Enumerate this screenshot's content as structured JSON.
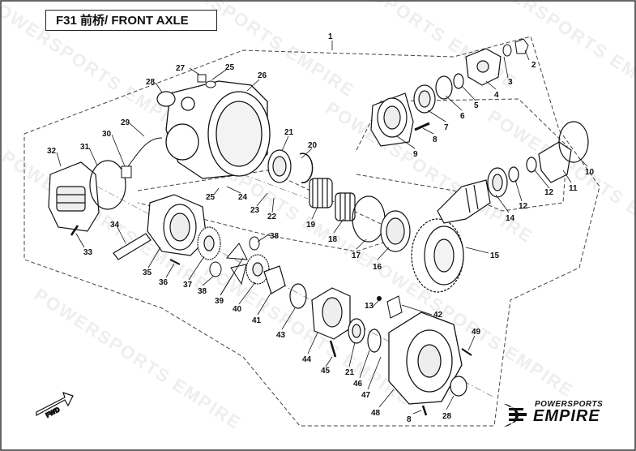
{
  "title": "F31 前桥/ FRONT AXLE",
  "watermark": "POWERSPORTS EMPIRE",
  "fwd_label": "FWD",
  "logo": {
    "top": "POWERSPORTS",
    "main": "EMPIRE"
  },
  "callouts": [
    "1",
    "2",
    "3",
    "4",
    "5",
    "6",
    "7",
    "8",
    "9",
    "10",
    "11",
    "12",
    "13",
    "14",
    "15",
    "16",
    "17",
    "18",
    "19",
    "20",
    "21",
    "22",
    "23",
    "24",
    "25",
    "26",
    "27",
    "28",
    "29",
    "30",
    "31",
    "32",
    "33",
    "34",
    "35",
    "36",
    "37",
    "38",
    "39",
    "40",
    "41",
    "42",
    "43",
    "44",
    "45",
    "46",
    "47",
    "48",
    "49"
  ],
  "callout_list": [
    {
      "id": "c1",
      "text": "1"
    },
    {
      "id": "c2",
      "text": "2"
    },
    {
      "id": "c3",
      "text": "3"
    },
    {
      "id": "c4",
      "text": "4"
    },
    {
      "id": "c5",
      "text": "5"
    },
    {
      "id": "c6",
      "text": "6"
    },
    {
      "id": "c7",
      "text": "7"
    },
    {
      "id": "c8a",
      "text": "8"
    },
    {
      "id": "c9",
      "text": "9"
    },
    {
      "id": "c10",
      "text": "10"
    },
    {
      "id": "c11",
      "text": "11"
    },
    {
      "id": "c12a",
      "text": "12"
    },
    {
      "id": "c12b",
      "text": "12"
    },
    {
      "id": "c13",
      "text": "13"
    },
    {
      "id": "c14",
      "text": "14"
    },
    {
      "id": "c15",
      "text": "15"
    },
    {
      "id": "c16",
      "text": "16"
    },
    {
      "id": "c17",
      "text": "17"
    },
    {
      "id": "c18",
      "text": "18"
    },
    {
      "id": "c19",
      "text": "19"
    },
    {
      "id": "c20",
      "text": "20"
    },
    {
      "id": "c21a",
      "text": "21"
    },
    {
      "id": "c21b",
      "text": "21"
    },
    {
      "id": "c22",
      "text": "22"
    },
    {
      "id": "c23",
      "text": "23"
    },
    {
      "id": "c24",
      "text": "24"
    },
    {
      "id": "c25a",
      "text": "25"
    },
    {
      "id": "c25b",
      "text": "25"
    },
    {
      "id": "c26",
      "text": "26"
    },
    {
      "id": "c27",
      "text": "27"
    },
    {
      "id": "c28a",
      "text": "28"
    },
    {
      "id": "c28b",
      "text": "28"
    },
    {
      "id": "c29",
      "text": "29"
    },
    {
      "id": "c30",
      "text": "30"
    },
    {
      "id": "c31",
      "text": "31"
    },
    {
      "id": "c32",
      "text": "32"
    },
    {
      "id": "c33",
      "text": "33"
    },
    {
      "id": "c34",
      "text": "34"
    },
    {
      "id": "c35",
      "text": "35"
    },
    {
      "id": "c36",
      "text": "36"
    },
    {
      "id": "c37",
      "text": "37"
    },
    {
      "id": "c38a",
      "text": "38"
    },
    {
      "id": "c38b",
      "text": "38"
    },
    {
      "id": "c39",
      "text": "39"
    },
    {
      "id": "c40",
      "text": "40"
    },
    {
      "id": "c41",
      "text": "41"
    },
    {
      "id": "c42",
      "text": "42"
    },
    {
      "id": "c43",
      "text": "43"
    },
    {
      "id": "c44",
      "text": "44"
    },
    {
      "id": "c45",
      "text": "45"
    },
    {
      "id": "c46",
      "text": "46"
    },
    {
      "id": "c47",
      "text": "47"
    },
    {
      "id": "c48",
      "text": "48"
    },
    {
      "id": "c49",
      "text": "49"
    },
    {
      "id": "c8b",
      "text": "8"
    }
  ]
}
